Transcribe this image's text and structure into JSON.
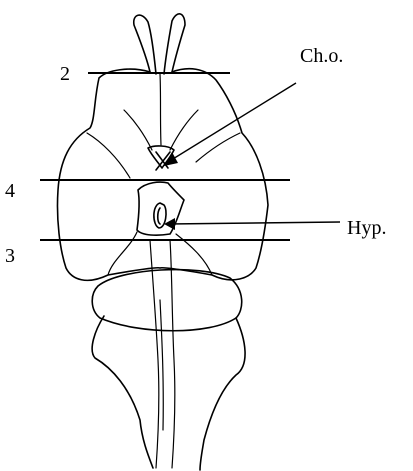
{
  "labels": {
    "line_2": "2",
    "line_4": "4",
    "line_3": "3",
    "optic_chiasm": "Ch.o.",
    "hypophysis": "Hyp."
  },
  "colors": {
    "ink": "#000000",
    "paper": "#ffffff"
  }
}
